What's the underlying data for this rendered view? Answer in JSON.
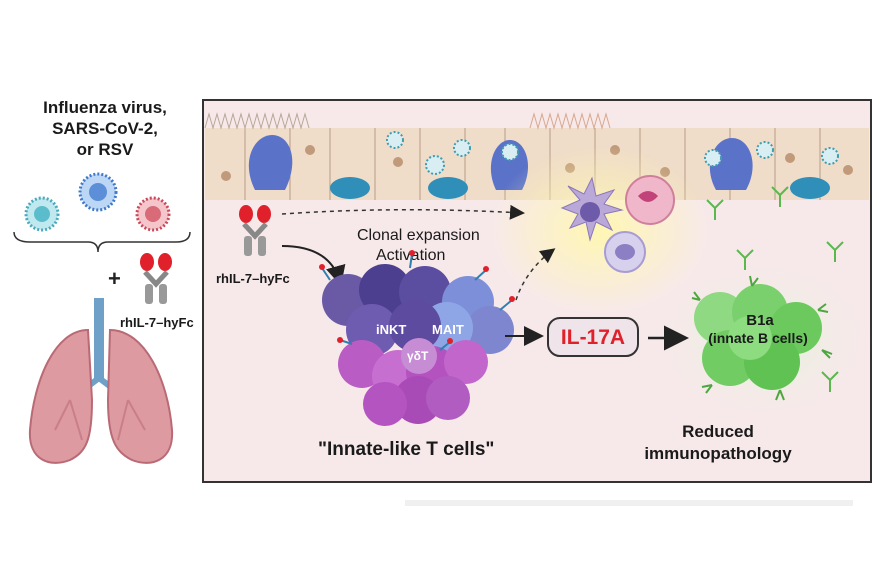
{
  "pathogens": {
    "line1": "Influenza virus,",
    "line2": "SARS-CoV-2,",
    "line3": "or RSV"
  },
  "treatment": {
    "plus": "+",
    "drug_left": "rhIL-7–hyFc",
    "drug_center": "rhIL-7–hyFc"
  },
  "process": {
    "line1": "Clonal expansion",
    "line2": "Activation"
  },
  "t_cells": {
    "inkt": "iNKT",
    "mait": "MAIT",
    "gdt": "γδT",
    "caption": "\"Innate-like T cells\""
  },
  "cytokine": "IL-17A",
  "b_cells": {
    "line1": "B1a",
    "line2": "(innate B cells)"
  },
  "outcome": {
    "line1": "Reduced",
    "line2": "immunopathology"
  },
  "colors": {
    "cytokine_red": "#e0202a",
    "panel_bg": "#f7e9ea",
    "b_cell_green": "#6ccf5e",
    "t_cell_purple": "#7a4fa0"
  }
}
